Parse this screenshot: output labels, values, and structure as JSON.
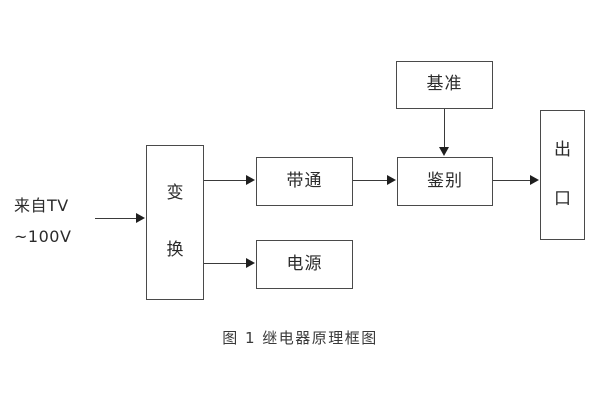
{
  "figure": {
    "caption": "图 1  继电器原理框图",
    "title_text": "继电器原理框图",
    "figure_number": "图 1"
  },
  "input_source": {
    "line1": "来自TV",
    "line2": "~100V"
  },
  "blocks": [
    {
      "id": "convert",
      "label": "变换",
      "chars": [
        "变",
        "换"
      ],
      "orientation": "vertical"
    },
    {
      "id": "bandpass",
      "label": "带通",
      "chars": [
        "带",
        "通"
      ],
      "orientation": "horizontal"
    },
    {
      "id": "power",
      "label": "电源",
      "chars": [
        "电",
        "源"
      ],
      "orientation": "horizontal"
    },
    {
      "id": "reference",
      "label": "基准",
      "chars": [
        "基",
        "准"
      ],
      "orientation": "horizontal"
    },
    {
      "id": "discrim",
      "label": "鉴别",
      "chars": [
        "鉴",
        "别"
      ],
      "orientation": "horizontal"
    },
    {
      "id": "output",
      "label": "出口",
      "chars": [
        "出",
        "口"
      ],
      "orientation": "vertical"
    }
  ],
  "block_labels": {
    "convert": "变换",
    "bandpass": "带通",
    "power": "电源",
    "reference": "基准",
    "discrim": "鉴别",
    "output_char1": "出",
    "output_char2": "口",
    "convert_char1": "变",
    "convert_char2": "换"
  },
  "connections": [
    {
      "from": "input_source",
      "to": "convert",
      "direction": "right"
    },
    {
      "from": "convert",
      "to": "bandpass",
      "direction": "right"
    },
    {
      "from": "convert",
      "to": "power",
      "direction": "right"
    },
    {
      "from": "bandpass",
      "to": "discrim",
      "direction": "right"
    },
    {
      "from": "reference",
      "to": "discrim",
      "direction": "down"
    },
    {
      "from": "discrim",
      "to": "output",
      "direction": "right"
    }
  ],
  "colors": {
    "background": "#ffffff",
    "box_border": "#4a4a4a",
    "line": "#3a3a3a",
    "arrow_head": "#1f1f1f",
    "text": "#2b2b2b",
    "caption_text": "#3a3a3a"
  }
}
